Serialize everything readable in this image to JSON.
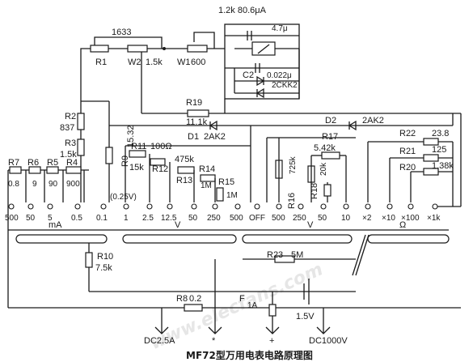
{
  "diagram": {
    "caption": "MF72型万用电表电路原理图",
    "watermark": "www.elecfans.com",
    "meter": {
      "spec": "1.2k 80.6μA"
    },
    "top": {
      "r1": "R1",
      "r1_value": "1633",
      "w2": "W2",
      "w2_value": "1.5k",
      "w1": "W1",
      "w1_value": "600"
    },
    "meter_box": {
      "cap_top": "4.7μ",
      "c2": "C2",
      "c2_value": "0.022μ",
      "diodes": "2CKK2"
    },
    "r19": {
      "name": "R19",
      "value": "11.1k"
    },
    "d1": {
      "name": "D1",
      "value": "2AK2"
    },
    "d2": {
      "name": "D2",
      "value": "2AK2"
    },
    "left": {
      "r2": "R2",
      "r2_value": "837",
      "r3": "R3",
      "r3_value": "1.5k",
      "r9": "R9",
      "r9_value": "15.32"
    },
    "shunts": [
      {
        "name": "R7",
        "value": "0.8"
      },
      {
        "name": "R6",
        "value": "9"
      },
      {
        "name": "R5",
        "value": "90"
      },
      {
        "name": "R4",
        "value": "900"
      }
    ],
    "volt_resistors": {
      "r11": "R11",
      "r11_value": "15k",
      "r12": "R12",
      "r12_value": "100Ω",
      "r13": "R13",
      "r13_value": "475k",
      "r14": "R14",
      "r14_value": "1M",
      "r15": "R15",
      "r15_value": "1M"
    },
    "ac_resistors": {
      "r16": "R16",
      "r16_value": "725k",
      "r18": "R18",
      "r18_value": "20k",
      "r17": "R17",
      "r17_value": "5.42k"
    },
    "ohm_resistors": [
      {
        "name": "R22",
        "value": "23.8"
      },
      {
        "name": "R21",
        "value": "125"
      },
      {
        "name": "R20",
        "value": "1.38k"
      }
    ],
    "inner_value": "(0.25V)",
    "ranges": [
      "500",
      "50",
      "5",
      "0.5",
      "0.1",
      "1",
      "2.5",
      "12.5",
      "50",
      "250",
      "500",
      "OFF",
      "500",
      "250",
      "50",
      "10",
      "×2",
      "×10",
      "×100",
      "×1k"
    ],
    "sections": {
      "ma": "mA",
      "dcv": "V",
      "acv": "V",
      "ohm": "Ω"
    },
    "bottom": {
      "r10": "R10",
      "r10_value": "7.5k",
      "r23": "R23",
      "r23_value": "5M",
      "r8": "R8",
      "r8_value": "0.2",
      "fuse": "F",
      "fuse_value": "1A",
      "battery": "1.5V"
    },
    "terminals": [
      "DC2.5A",
      "*",
      "+",
      "DC1000V"
    ]
  }
}
